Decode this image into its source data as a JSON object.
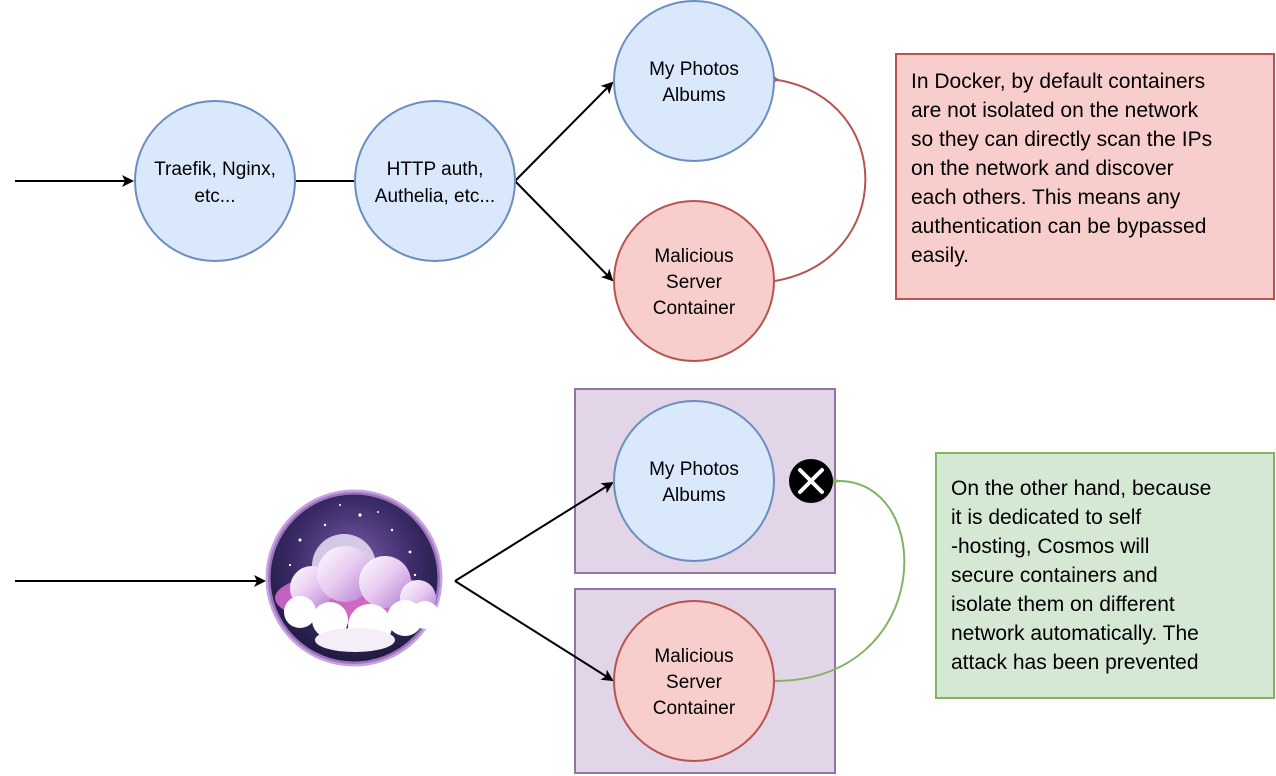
{
  "top": {
    "node_proxy": [
      "Traefik, Nginx,",
      "etc..."
    ],
    "node_auth": [
      "HTTP auth,",
      "Authelia, etc..."
    ],
    "node_photos": [
      "My Photos",
      "Albums"
    ],
    "node_malicious": [
      "Malicious",
      "Server",
      "Container"
    ],
    "note": [
      "In Docker, by  default containers",
      "are not isolated on the network",
      "so they can directly scan the IPs",
      "on the network and discover",
      "each others. This means any",
      "authentication can be bypassed",
      "easily."
    ]
  },
  "bottom": {
    "node_photos": [
      "My Photos",
      "Albums"
    ],
    "node_malicious": [
      "Malicious",
      "Server",
      "Container"
    ],
    "note": [
      "On the other hand, because",
      "it is dedicated to self",
      "-hosting, Cosmos will",
      "secure containers and",
      "isolate them on different",
      "network automatically. The",
      "attack has been prevented"
    ],
    "logo": "cosmos-cloud-logo",
    "blocked_icon": "x-circle-icon"
  },
  "colors": {
    "blue_fill": "#dae8fc",
    "blue_stroke": "#6c8ebf",
    "red_fill": "#f8cecc",
    "red_stroke": "#b85450",
    "purple_fill": "#e1d5e7",
    "purple_stroke": "#9673a6",
    "green_stroke": "#82b366"
  }
}
